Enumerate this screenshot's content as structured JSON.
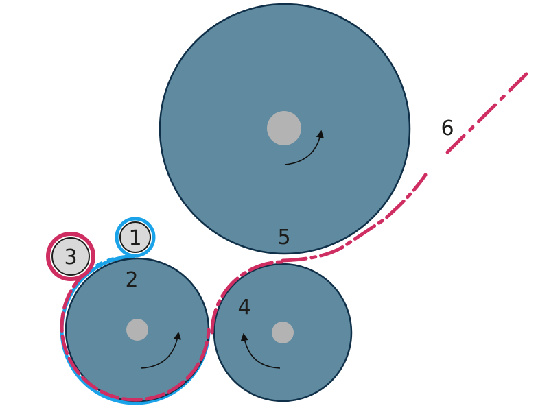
{
  "labels": {
    "roller_1": "1",
    "roller_2": "2",
    "roller_3": "3",
    "roller_4": "4",
    "roller_5": "5",
    "web_6": "6"
  },
  "colors": {
    "roller_fill": "#5f8a9f",
    "roller_stroke": "#0f3048",
    "hub": "#b3b3b3",
    "small_roller_fill": "#d9d9d9",
    "blue_path": "#1aa3e8",
    "red_path": "#cf2e62",
    "arrow": "#111111"
  },
  "rotation": {
    "roller_5": "counterclockwise",
    "roller_2": "counterclockwise",
    "roller_4": "clockwise"
  }
}
